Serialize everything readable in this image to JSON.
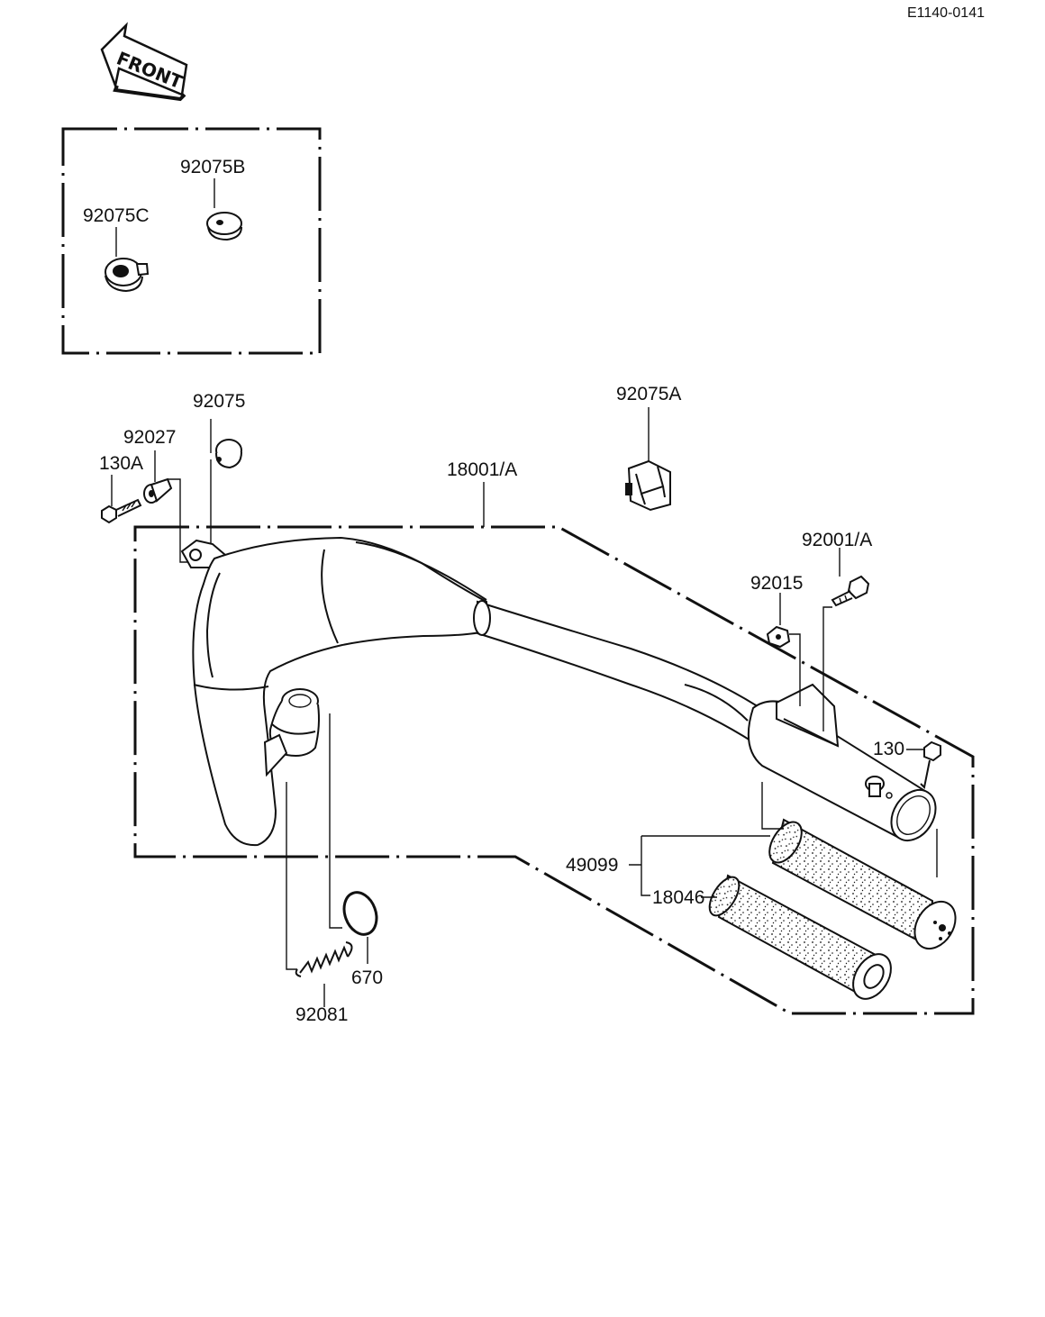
{
  "doc_ref": "E1140-0141",
  "front_label": "FRONT",
  "inset": {
    "labels": {
      "p92075B": "92075B",
      "p92075C": "92075C"
    }
  },
  "labels": {
    "p92075": "92075",
    "p92027": "92027",
    "p130A": "130A",
    "p18001A": "18001/A",
    "p92075A": "92075A",
    "p92001A": "92001/A",
    "p92015": "92015",
    "p130": "130",
    "p49099": "49099",
    "p18046": "18046",
    "p670": "670",
    "p92081": "92081"
  }
}
